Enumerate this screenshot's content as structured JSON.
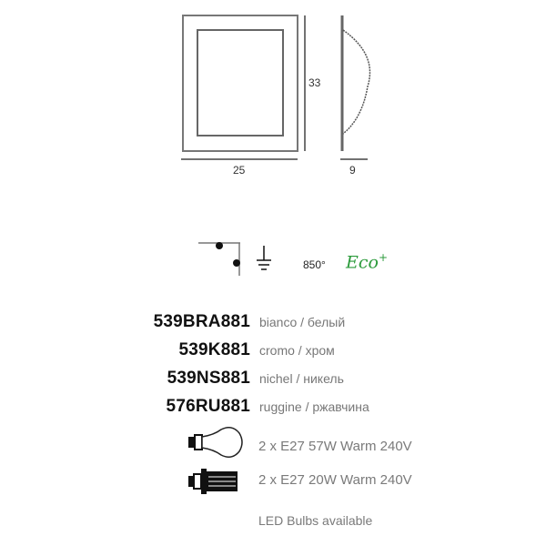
{
  "drawing": {
    "width_label": "25",
    "height_label": "33",
    "depth_label": "9"
  },
  "symbols": {
    "temperature": "850°",
    "eco_label": "Eco",
    "eco_sup": "+",
    "eco_color": "#2a9a3a"
  },
  "products": [
    {
      "code": "539BRA881",
      "finish": "bianco / белый"
    },
    {
      "code": "539K881",
      "finish": "cromo / хром"
    },
    {
      "code": "539NS881",
      "finish": "nichel / никель"
    },
    {
      "code": "576RU881",
      "finish": "ruggine / ржавчина"
    }
  ],
  "bulbs": [
    {
      "icon": "incandescent-bulb-icon",
      "spec": "2 x E27 57W Warm 240V"
    },
    {
      "icon": "cfl-bulb-icon",
      "spec": "2 x E27 20W Warm 240V"
    }
  ],
  "note": "LED Bulbs available"
}
